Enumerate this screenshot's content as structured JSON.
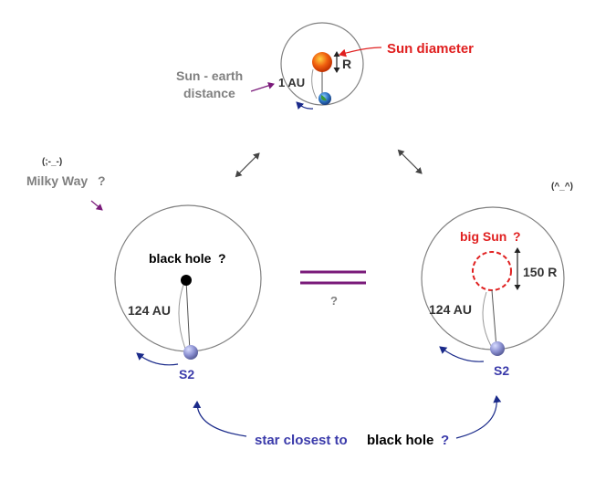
{
  "top_panel": {
    "sun_diameter_label": "Sun  diameter",
    "radius_label": "R",
    "au_label": "1 AU",
    "sun_earth_line1": "Sun - earth",
    "sun_earth_line2": "distance"
  },
  "left_panel": {
    "emoticon": "(;-_-)",
    "milky_way_label": "Milky  Way",
    "milky_way_q": "?",
    "black_hole_label": "black hole",
    "black_hole_q": "?",
    "distance_label": "124 AU",
    "star_label": "S2"
  },
  "right_panel": {
    "emoticon": "(^_^)",
    "big_sun_label": "big Sun",
    "big_sun_q": "?",
    "radius_label": "150 R",
    "distance_label": "124 AU",
    "star_label": "S2"
  },
  "middle": {
    "question_mark": "?"
  },
  "bottom": {
    "caption_part1": "star  closest  to",
    "caption_part2": "black hole",
    "caption_q": "?"
  },
  "colors": {
    "orbit": "#808080",
    "red": "#e02020",
    "blue": "#3a3aaa",
    "purple": "#7a1a7a",
    "gray_text": "#808080",
    "sun": "#f06010",
    "star": "#8a8fd0"
  },
  "icons": [
    "sun-icon",
    "earth-icon",
    "star-s2-icon",
    "black-hole-icon"
  ]
}
